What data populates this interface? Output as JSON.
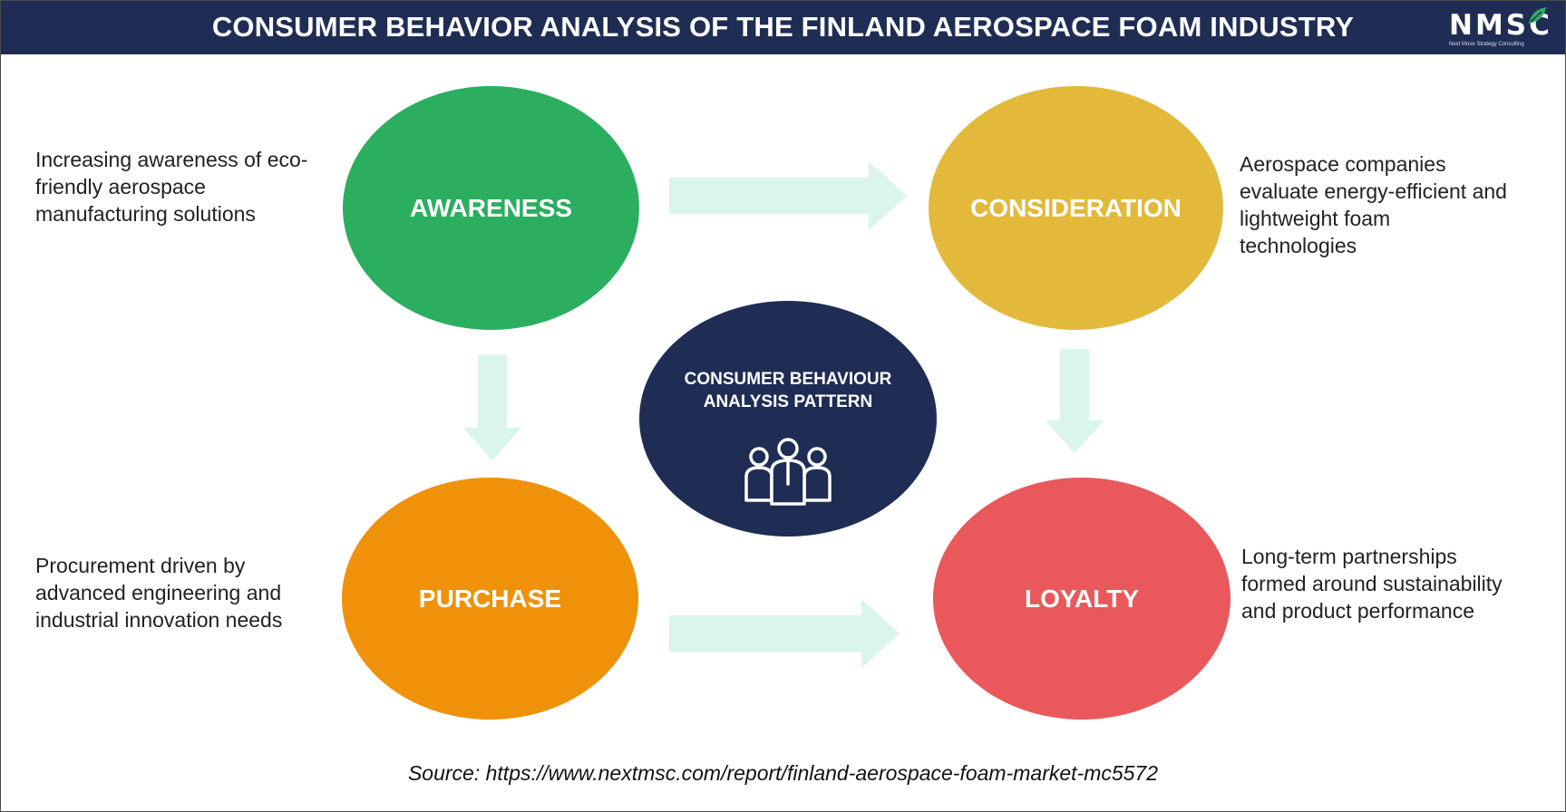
{
  "header": {
    "title": "CONSUMER BEHAVIOR ANALYSIS OF THE FINLAND AEROSPACE FOAM INDUSTRY",
    "logo_text": "NMSC",
    "logo_subtext": "Next Move Strategy Consulting"
  },
  "stages": {
    "awareness": {
      "label": "AWARENESS",
      "description": "Increasing awareness of eco-\nfriendly aerospace\nmanufacturing solutions",
      "color": "#2bae60"
    },
    "consideration": {
      "label": "CONSIDERATION",
      "description": "Aerospace companies\nevaluate energy-efficient and\nlightweight foam\ntechnologies",
      "color": "#e2b93b"
    },
    "purchase": {
      "label": "PURCHASE",
      "description": "Procurement driven by\nadvanced engineering and\nindustrial innovation needs",
      "color": "#f0910a"
    },
    "loyalty": {
      "label": "LOYALTY",
      "description": "Long-term partnerships\nformed around sustainability\nand product performance",
      "color": "#e9595c"
    }
  },
  "center": {
    "label": "CONSUMER BEHAVIOUR\nANALYSIS PATTERN",
    "icon": "people-group-icon",
    "color": "#1f2d55"
  },
  "arrow_color": "#d9f5ec",
  "source": "Source: https://www.nextmsc.com/report/finland-aerospace-foam-market-mc5572"
}
